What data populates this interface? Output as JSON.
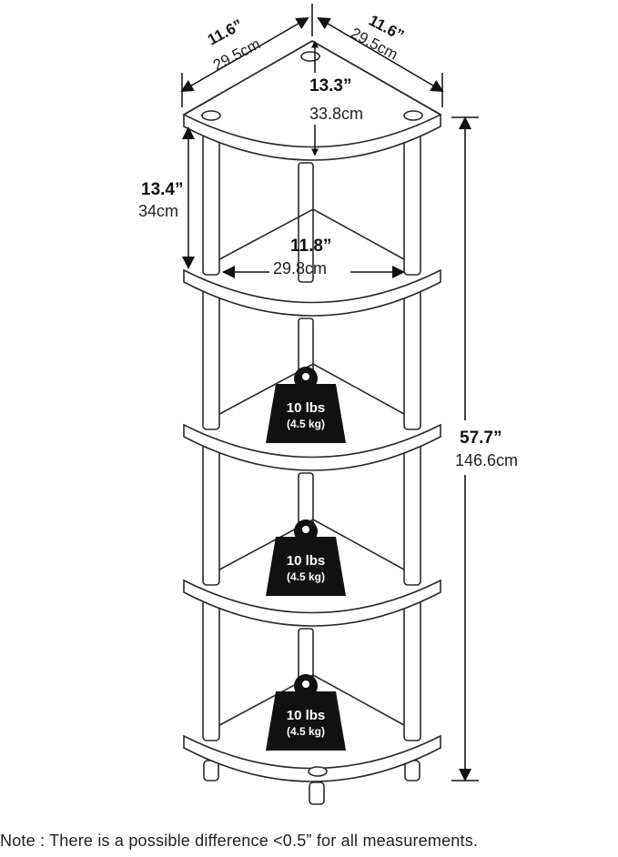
{
  "dimensions": {
    "side_left": {
      "in": "11.6”",
      "cm": "29.5cm"
    },
    "side_right": {
      "in": "11.6”",
      "cm": "29.5cm"
    },
    "depth": {
      "in": "13.3”",
      "cm": "33.8cm"
    },
    "shelf_gap": {
      "in": "13.4”",
      "cm": "34cm"
    },
    "front_width": {
      "in": "11.8”",
      "cm": "29.8cm"
    },
    "total_height": {
      "in": "57.7”",
      "cm": "146.6cm"
    }
  },
  "weight_badges": [
    {
      "main": "10 lbs",
      "sub": "(4.5 kg)"
    },
    {
      "main": "10 lbs",
      "sub": "(4.5 kg)"
    },
    {
      "main": "10 lbs",
      "sub": "(4.5 kg)"
    }
  ],
  "note": "Note : There is a possible difference <0.5” for all measurements."
}
